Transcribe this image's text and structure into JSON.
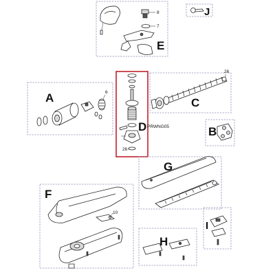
{
  "groups": {
    "A": {
      "letter": "A",
      "callouts": [
        "6"
      ]
    },
    "B": {
      "letter": "B"
    },
    "C": {
      "letter": "C",
      "callouts": [
        "26"
      ]
    },
    "D": {
      "letter": "D",
      "code": "PRWNG05",
      "callouts": [
        "26"
      ]
    },
    "E": {
      "letter": "E",
      "callouts": [
        "8",
        "7"
      ]
    },
    "F": {
      "letter": "F",
      "callouts": [
        "10"
      ]
    },
    "G": {
      "letter": "G"
    },
    "H": {
      "letter": "H"
    },
    "I": {
      "letter": "I"
    },
    "J": {
      "letter": "J"
    }
  },
  "colors": {
    "highlight": "#c0202a",
    "frame": "#8a8ab8",
    "line": "#222222"
  }
}
